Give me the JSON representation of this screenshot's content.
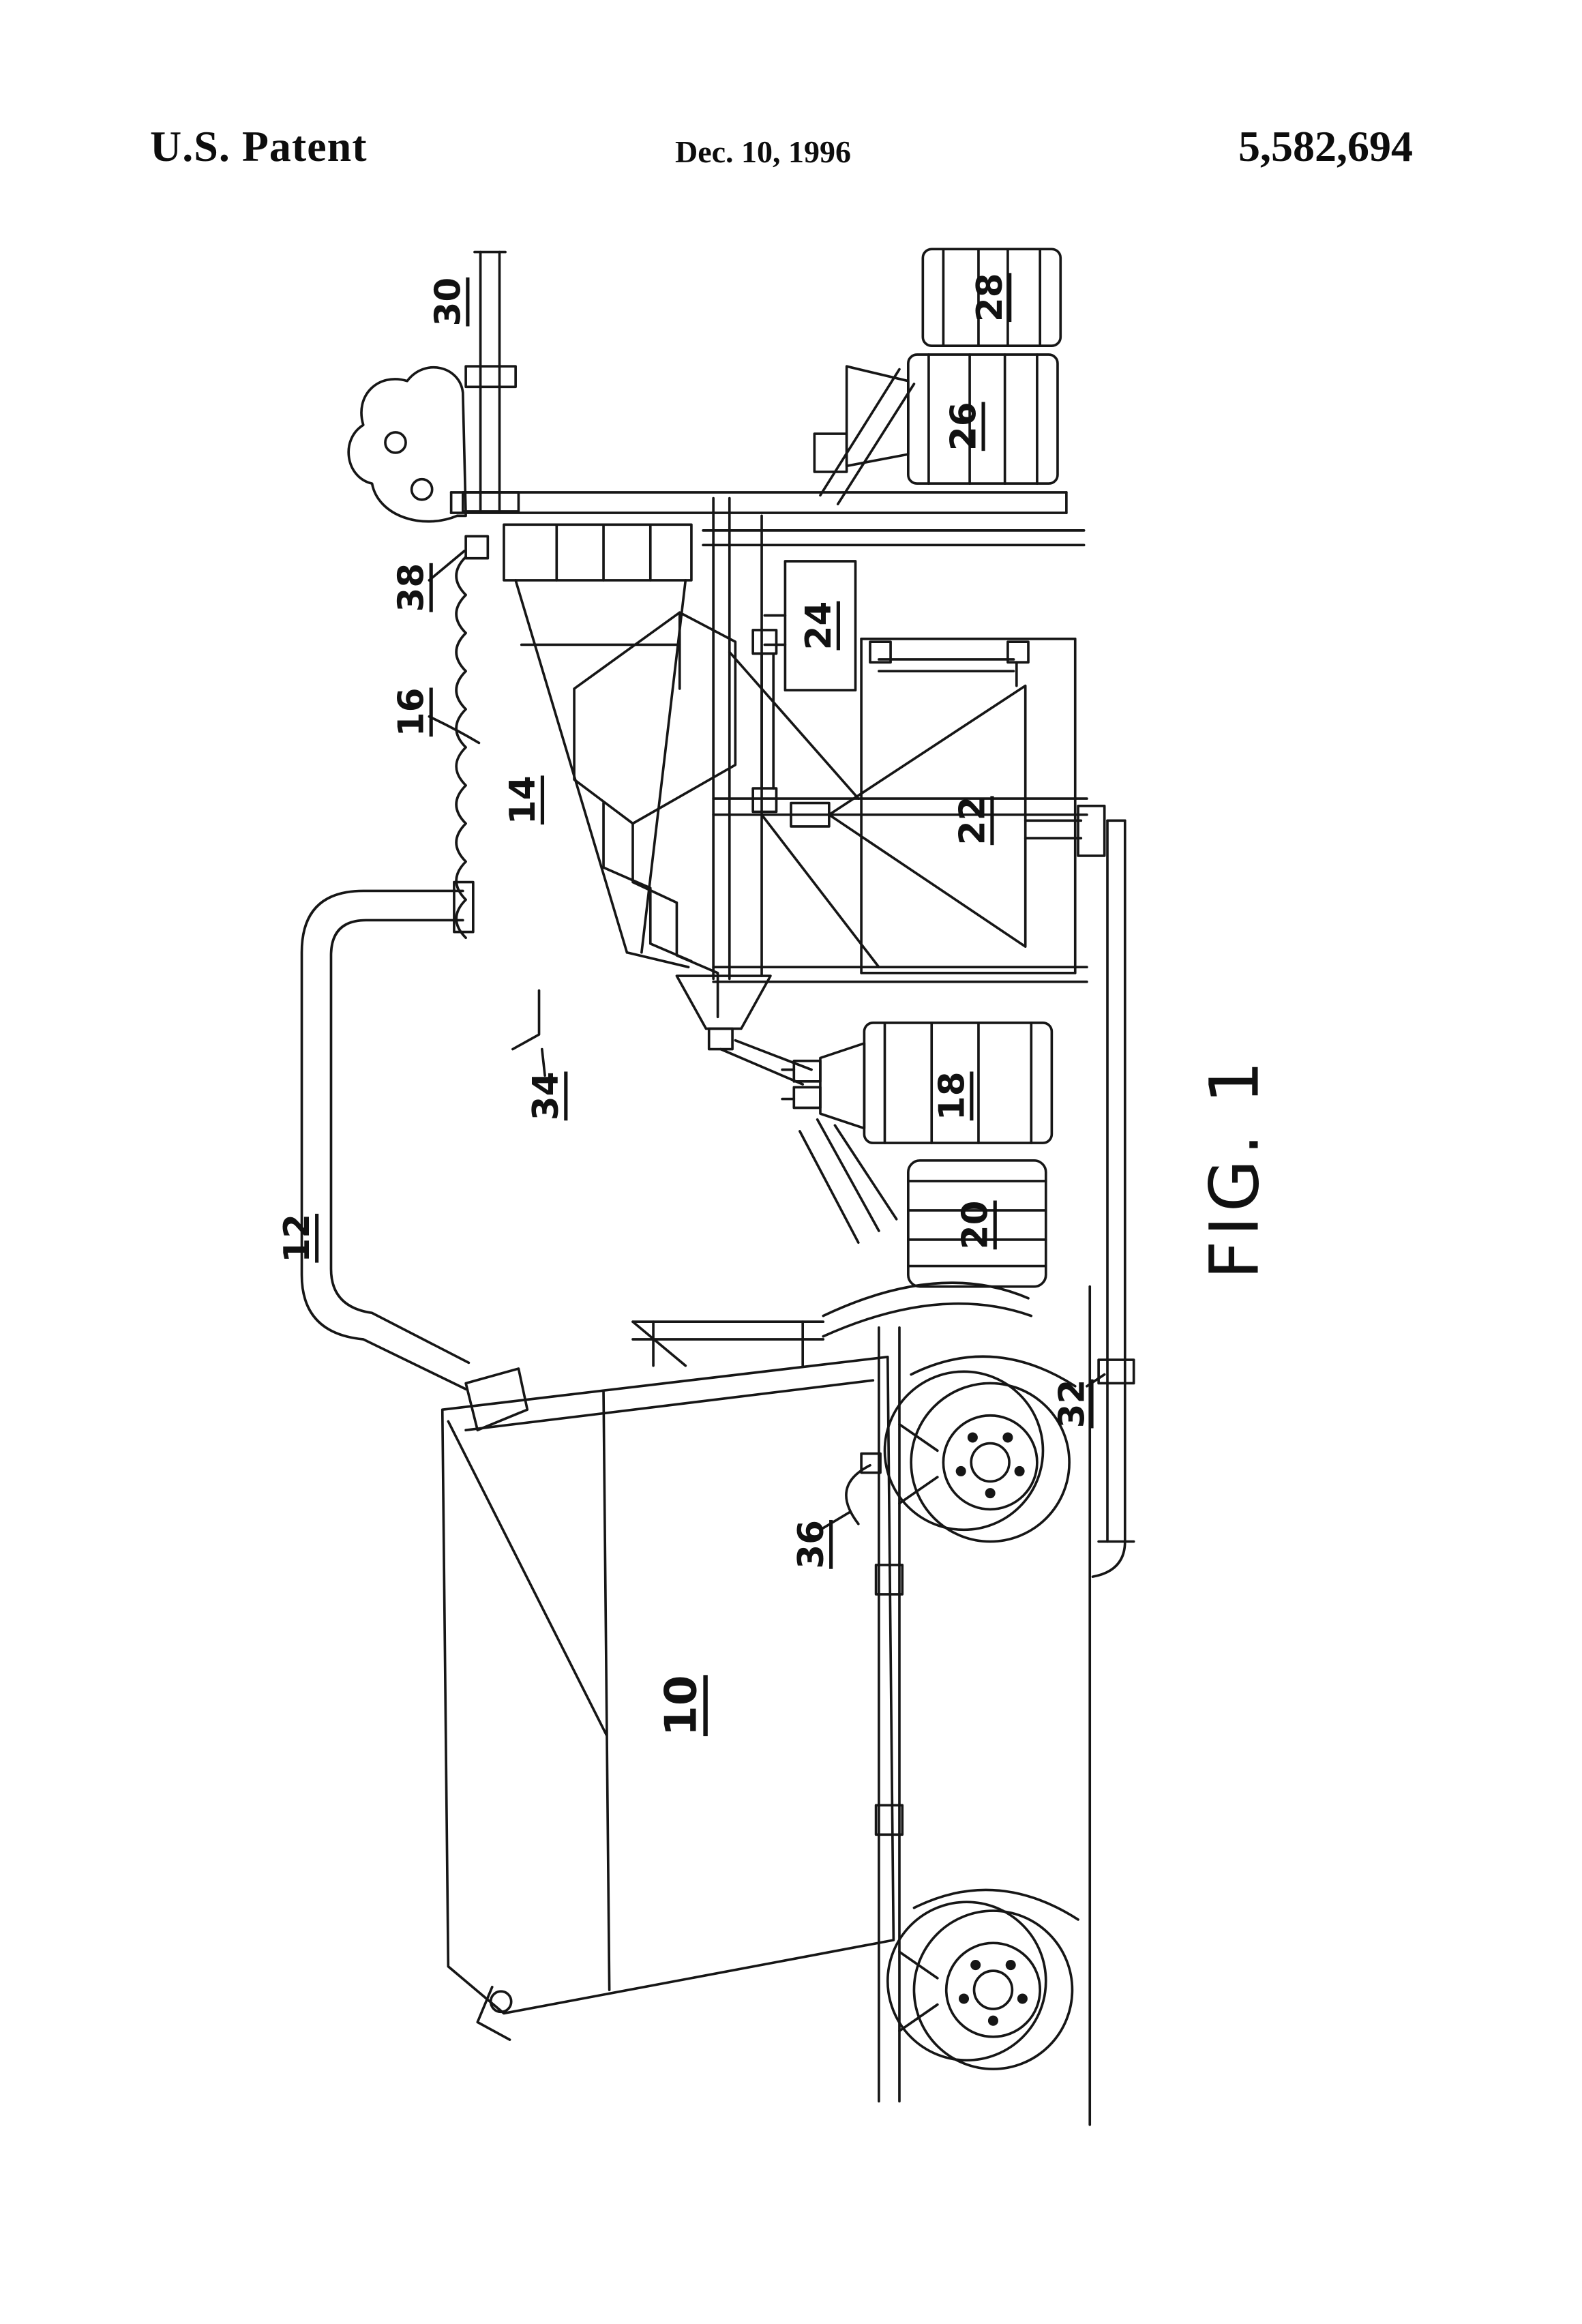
{
  "header": {
    "title": "U.S. Patent",
    "date": "Dec. 10, 1996",
    "patent_number": "5,582,694"
  },
  "figure": {
    "label": "FIG. 1",
    "reference_numerals": {
      "n10": "10",
      "n12": "12",
      "n14": "14",
      "n16": "16",
      "n18": "18",
      "n20": "20",
      "n22": "22",
      "n24": "24",
      "n26": "26",
      "n28": "28",
      "n30": "30",
      "n32": "32",
      "n34": "34",
      "n36": "36",
      "n38": "38"
    }
  }
}
